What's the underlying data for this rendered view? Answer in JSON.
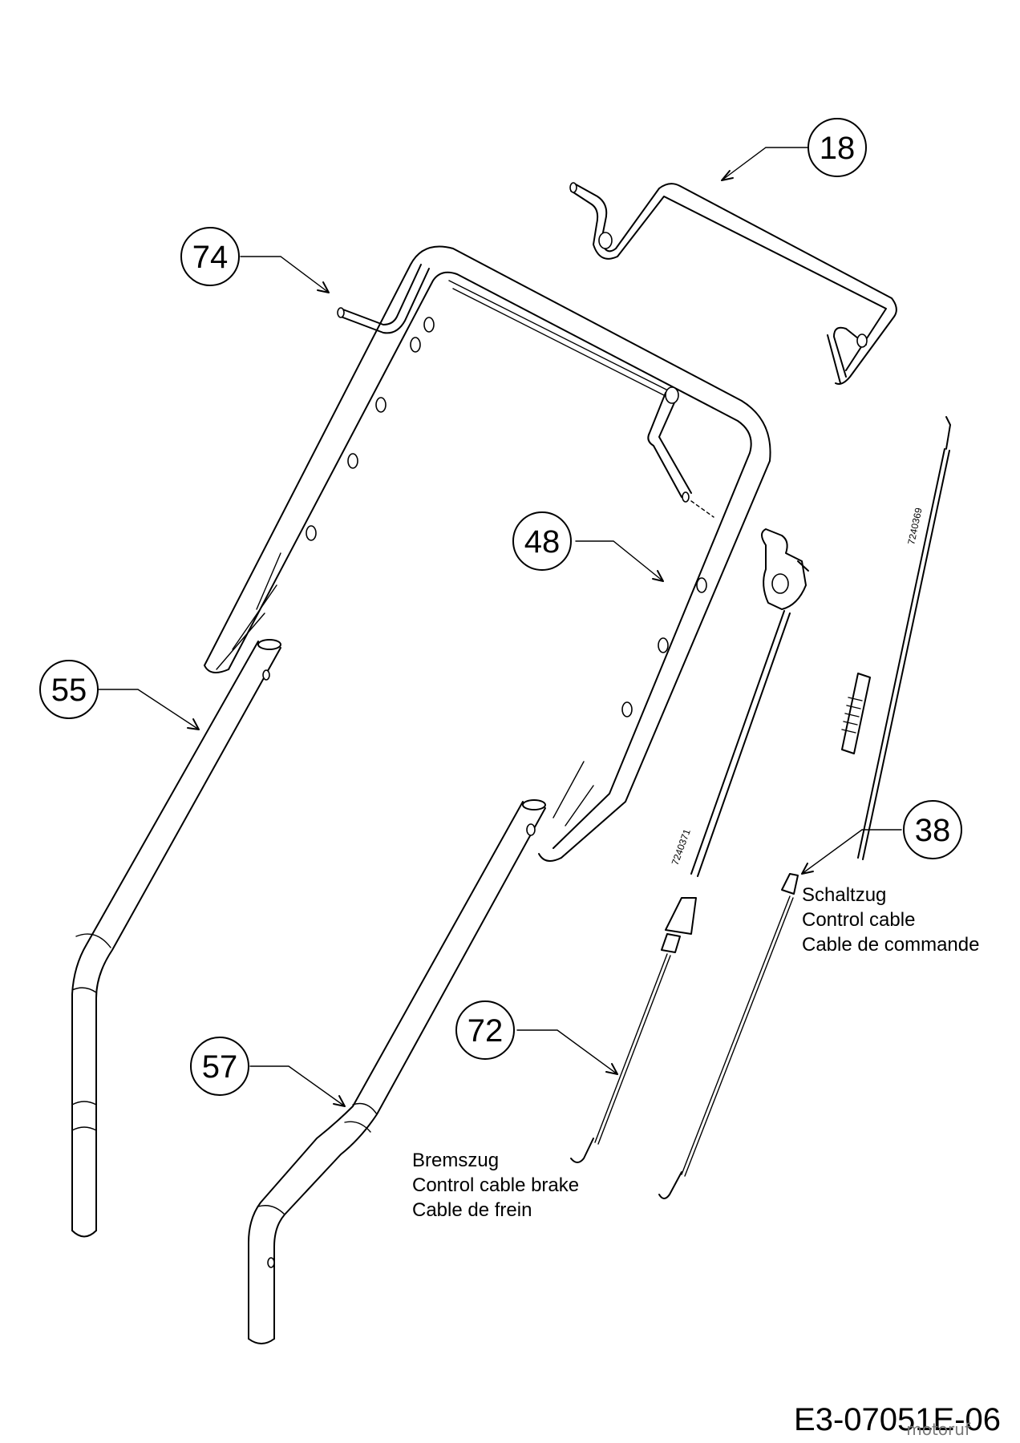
{
  "diagram": {
    "callouts": [
      {
        "id": "18",
        "label": "18"
      },
      {
        "id": "74",
        "label": "74"
      },
      {
        "id": "48",
        "label": "48"
      },
      {
        "id": "55",
        "label": "55"
      },
      {
        "id": "38",
        "label": "38"
      },
      {
        "id": "72",
        "label": "72"
      },
      {
        "id": "57",
        "label": "57"
      }
    ],
    "shift_cable_text": [
      "Schaltzug",
      "Control cable",
      "Cable de commande"
    ],
    "brake_cable_text": [
      "Bremszug",
      "Control cable brake",
      "Cable de frein"
    ],
    "drawing_code": "E3-07051E-06",
    "watermark": "motoruf"
  }
}
